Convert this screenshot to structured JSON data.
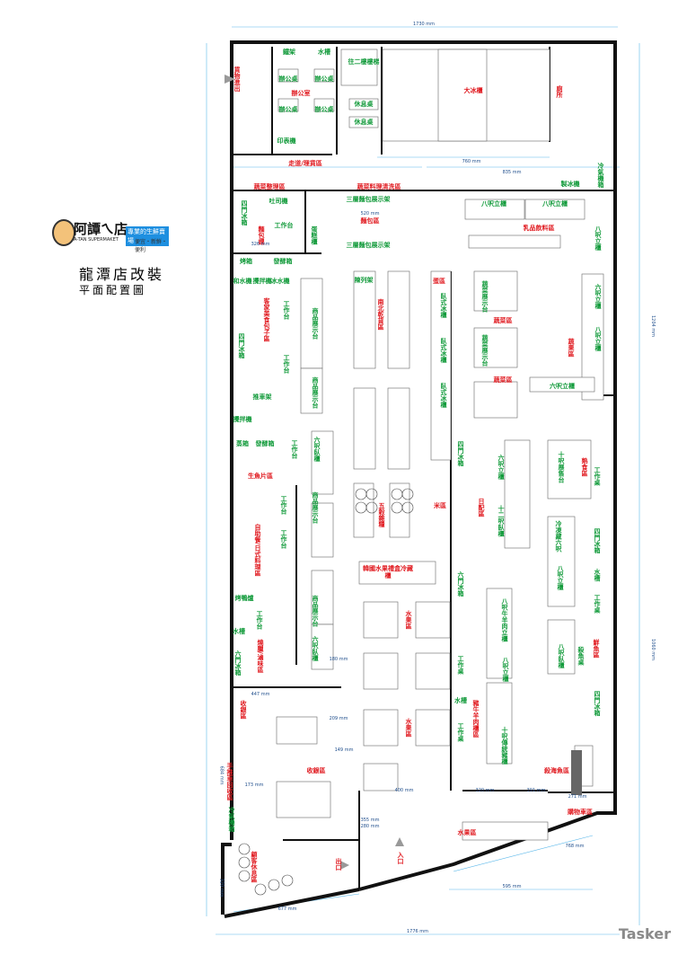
{
  "header": {
    "logo_name": "阿譚ㄟ店",
    "logo_en": "A-TAN SUPERMAKET",
    "logo_slogan": "專業的生鮮賣場",
    "logo_sub": "便宜・新鮮・便利",
    "title": "龍潭店改裝",
    "subtitle": "平面配置圖"
  },
  "zones_red": [
    "辦公室",
    "大冰櫃",
    "廁所",
    "走道/理貨區",
    "蔬菜整理區",
    "蔬菜料理清洗區",
    "麵包區",
    "麵包課",
    "乳品飲料區",
    "客家美食包子區",
    "南北乾貨區",
    "蛋區",
    "蔬菜區",
    "蔬菜區",
    "蔬果區",
    "生魚片區",
    "自助餐/日式料理區",
    "五穀雜糧",
    "米區",
    "日配區",
    "熟食區",
    "韓國水果禮盒冷藏櫃",
    "水果區",
    "水果區",
    "燒臘/滷味區",
    "豬牛羊肉櫃區",
    "鮮魚區",
    "收銀區",
    "收銀區",
    "手推車回收區",
    "顧客休息區",
    "出口",
    "入口",
    "購物車區",
    "水果區",
    "殺海魚區",
    "貨物進出"
  ],
  "fixtures_green": [
    "鐵架",
    "水槽",
    "辦公桌",
    "辦公桌",
    "辦公桌",
    "辦公桌",
    "印表機",
    "往二樓樓梯",
    "休息桌",
    "休息桌",
    "冷氣機箱",
    "製冰機",
    "四門冰箱",
    "吐司機",
    "工作台",
    "烤箱",
    "發酵箱",
    "三層麵包展示架",
    "三層麵包展示架",
    "蛋糕櫃",
    "八呎立櫃",
    "八呎立櫃",
    "八呎立櫃",
    "六呎立櫃",
    "八呎立櫃",
    "和水機",
    "攪拌機",
    "冰水機",
    "工作台",
    "工作台",
    "商品展示台",
    "商品展示台",
    "蔬菜展示台",
    "蔬菜展示台",
    "臥式冰櫃",
    "臥式冰櫃",
    "臥式冰櫃",
    "六呎立櫃",
    "四門冰箱",
    "攪拌機",
    "推車架",
    "蒸箱",
    "發酵箱",
    "工作台",
    "六呎臥櫃",
    "工作台",
    "工作台",
    "商品展示台",
    "四門冰箱",
    "六呎立櫃",
    "十二呎臥櫃",
    "十呎展售台",
    "工作桌",
    "冷凍藏六呎",
    "四門冰箱",
    "八呎立櫃",
    "水槽",
    "工作桌",
    "六門冰箱",
    "八呎牛羊肉立櫃",
    "八呎臥櫃",
    "殺魚桌",
    "八呎立櫃",
    "四門冰箱",
    "工作台",
    "商品展示台",
    "六呎臥櫃",
    "烤鴨爐",
    "水槽",
    "六門冰箱",
    "工作桌",
    "十呎傳統豬櫃",
    "冷氣機箱",
    "陳列架",
    "水槽",
    "工作桌"
  ],
  "dimensions": [
    "1730 mm",
    "1776 mm",
    "1204 mm",
    "1060 mm",
    "835 mm",
    "760 mm",
    "677 mm",
    "595 mm",
    "768 mm",
    "447 mm",
    "684 mm",
    "320 mm",
    "209 mm",
    "149 mm",
    "173 mm",
    "180 mm",
    "355 mm",
    "280 mm",
    "400 mm",
    "320 mm",
    "391 mm",
    "271 mm",
    "520 mm",
    "326 mm"
  ],
  "watermark": "Tasker",
  "colors": {
    "walls": "#111111",
    "zone_label": "#e0191f",
    "fixture_label": "#119a3a",
    "dimension": "#5bb8ea"
  }
}
